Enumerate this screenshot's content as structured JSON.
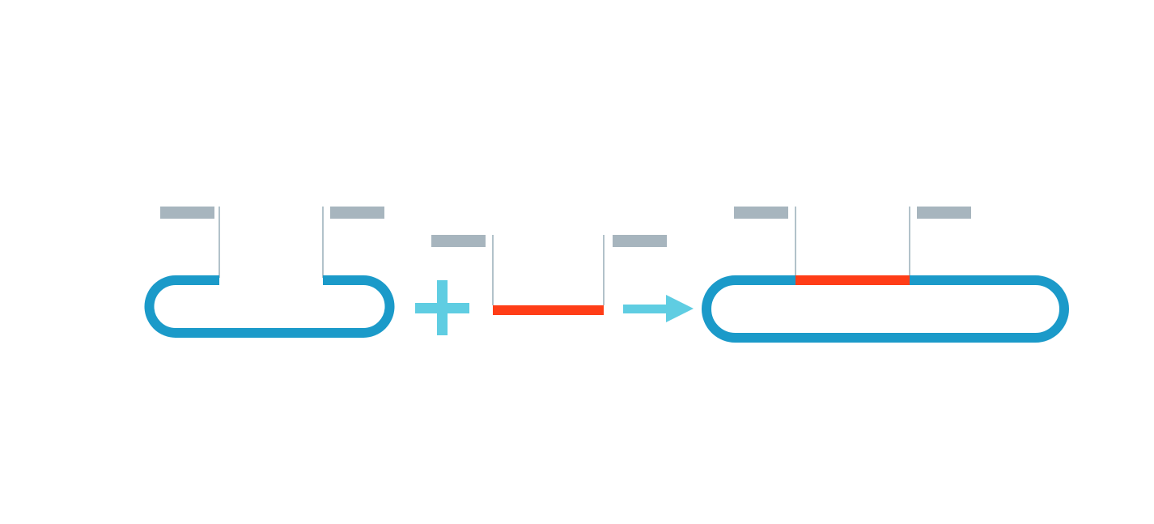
{
  "diagram": {
    "kind": "cloning-schematic",
    "operators": [
      "plus",
      "arrow"
    ],
    "parts": [
      "open-vector",
      "insert-fragment",
      "recombinant-plasmid"
    ]
  },
  "colors": {
    "background": "#ffffff",
    "vector_backbone": "#1b9ac9",
    "insert": "#ff3d17",
    "cut_marker": "#a7b5be",
    "cut_line": "#b2c2ca",
    "operator": "#5fcde2"
  }
}
